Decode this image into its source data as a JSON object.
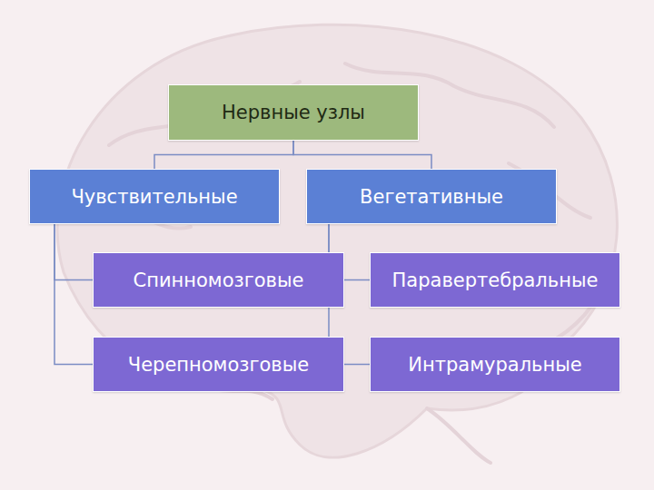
{
  "diagram": {
    "nodes": [
      {
        "text": [
          "Нервные узлы"
        ]
      },
      {
        "text": [
          "Чувствительные"
        ]
      },
      {
        "text": [
          "Вегетативные"
        ]
      },
      {
        "text": [
          "Спинномозговые"
        ]
      },
      {
        "text": [
          "Паравертебральные"
        ]
      },
      {
        "text": [
          "Черепномозговые"
        ]
      },
      {
        "text": [
          "Интрамуральные"
        ]
      }
    ],
    "edges": [
      {
        "from": 0,
        "to": 1,
        "arrow": "none"
      },
      {
        "from": 0,
        "to": 2,
        "arrow": "none"
      },
      {
        "from": 1,
        "to": 3,
        "arrow": "none"
      },
      {
        "from": 1,
        "to": 5,
        "arrow": "none"
      },
      {
        "from": 2,
        "to": 4,
        "arrow": "none"
      },
      {
        "from": 2,
        "to": 6,
        "arrow": "none"
      }
    ]
  }
}
